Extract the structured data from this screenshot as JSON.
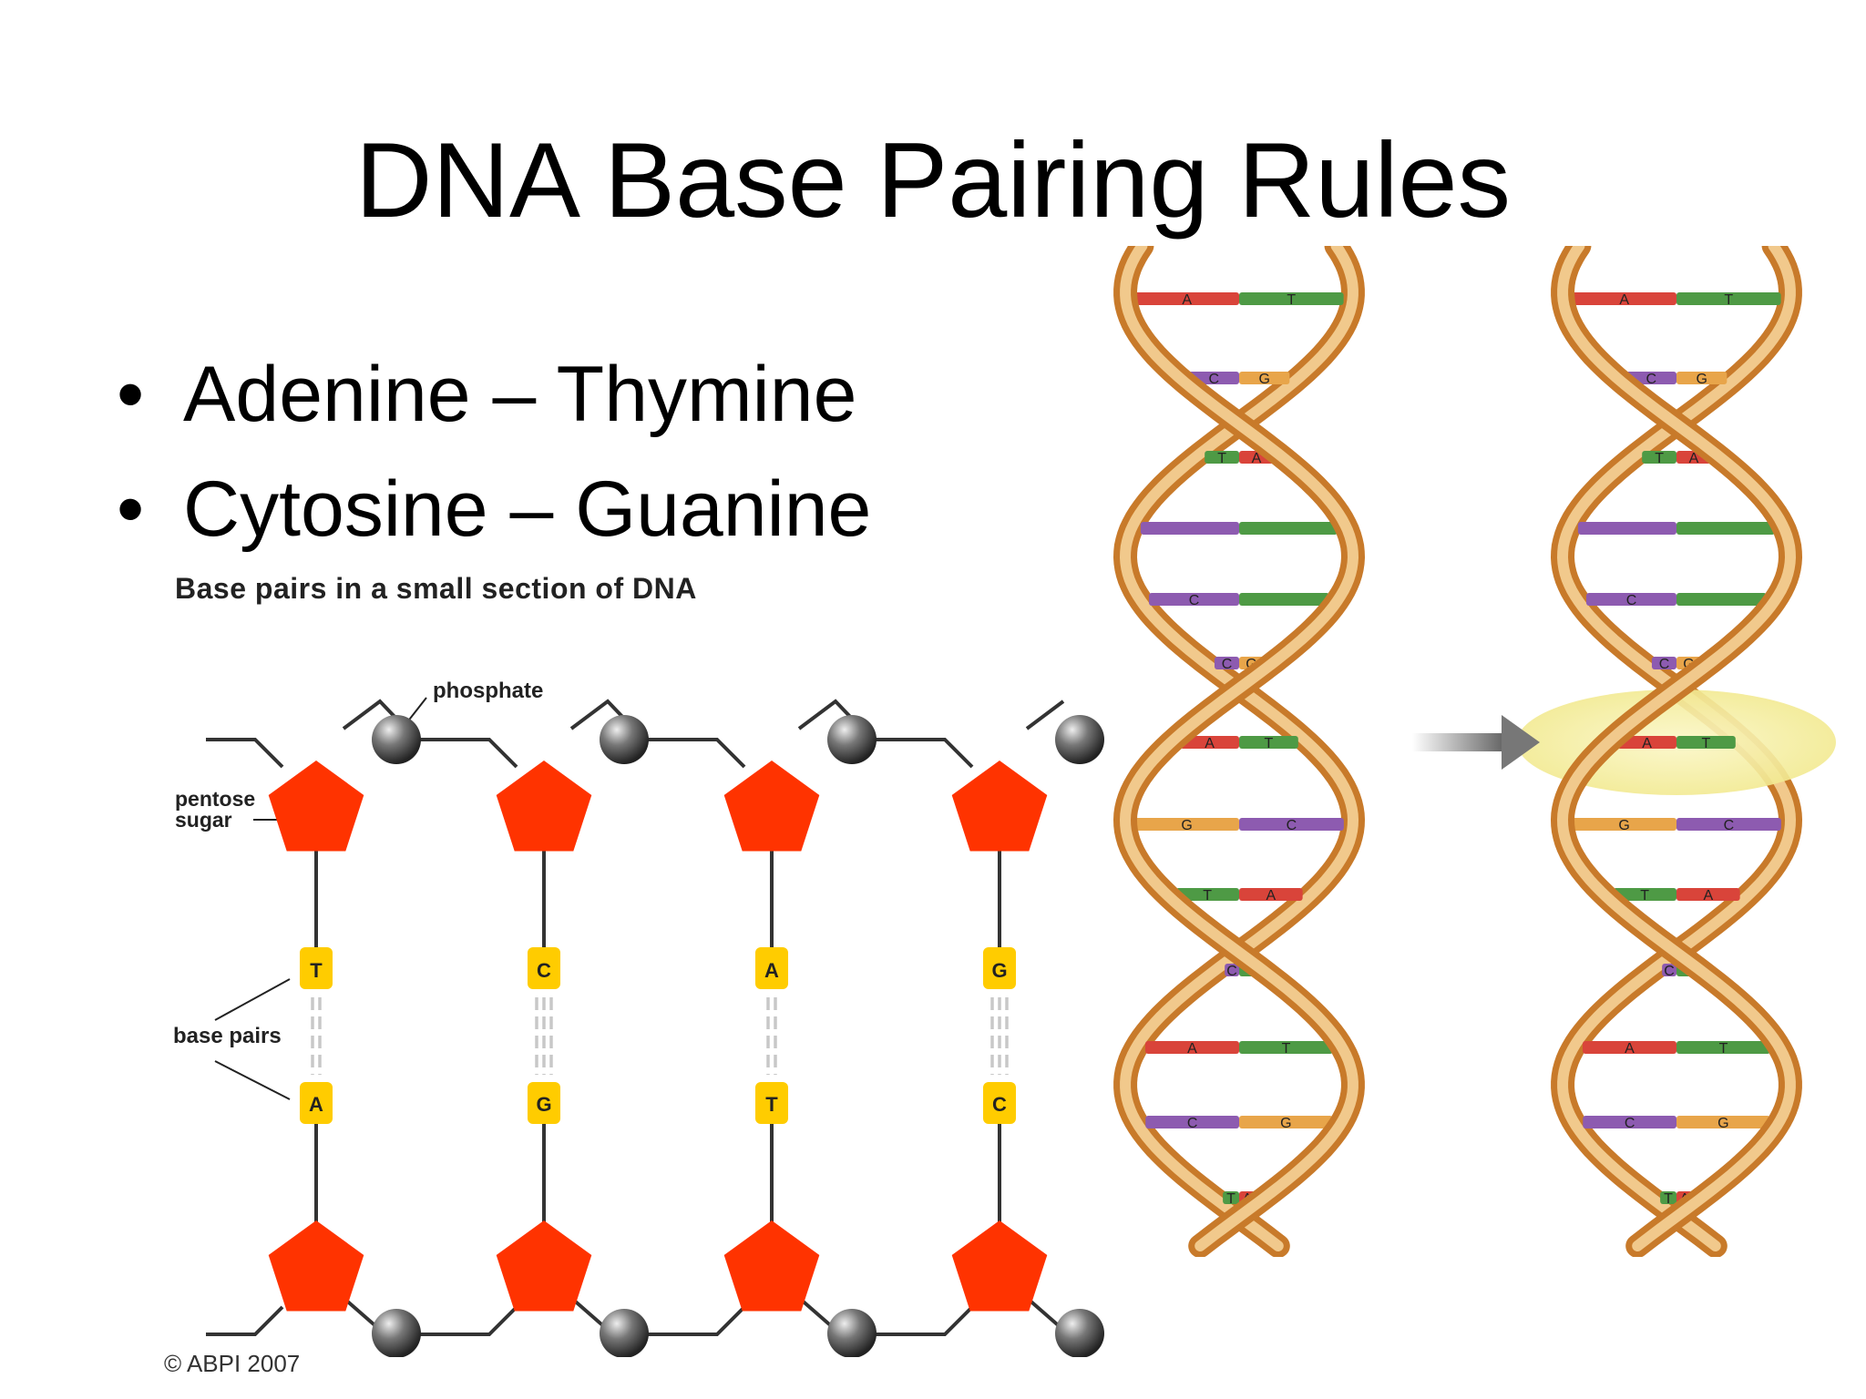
{
  "slide": {
    "title": "DNA Base Pairing Rules",
    "bullets": [
      "Adenine – Thymine",
      "Cytosine – Guanine"
    ]
  },
  "base_diagram": {
    "title": "Base pairs in a small section of DNA",
    "labels": {
      "phosphate": "phosphate",
      "pentose_sugar_line1": "pentose",
      "pentose_sugar_line2": "sugar",
      "base_pairs": "base pairs"
    },
    "pairs": [
      {
        "top": "T",
        "bottom": "A",
        "bonds": 2
      },
      {
        "top": "C",
        "bottom": "G",
        "bonds": 3
      },
      {
        "top": "A",
        "bottom": "T",
        "bonds": 2
      },
      {
        "top": "G",
        "bottom": "C",
        "bonds": 3
      }
    ],
    "copyright": "© ABPI 2007",
    "colors": {
      "sugar": "#ff3300",
      "base": "#ffcc00",
      "phosphate": "#555555",
      "backbone": "#333333"
    }
  },
  "helix_diagram": {
    "rungs": [
      {
        "left": "A",
        "right": "T"
      },
      {
        "left": "C",
        "right": "G"
      },
      {
        "left": "T",
        "right": "A"
      },
      {
        "left": "",
        "right": ""
      },
      {
        "left": "C",
        "right": ""
      },
      {
        "left": "C",
        "right": "G"
      },
      {
        "left": "A",
        "right": "T"
      },
      {
        "left": "G",
        "right": "C"
      },
      {
        "left": "T",
        "right": "A"
      },
      {
        "left": "C",
        "right": ""
      },
      {
        "left": "A",
        "right": "T"
      },
      {
        "left": "C",
        "right": "G"
      },
      {
        "left": "T",
        "right": "A"
      }
    ],
    "highlighted_rung": 6,
    "colors": {
      "A": "#d9443a",
      "T": "#4e9a45",
      "C": "#8d5bb0",
      "G": "#e8a54a",
      "strand": "#c87a2a",
      "strand_light": "#f1c98c",
      "highlight": "#f6f0a0",
      "arrow": "#777777"
    }
  }
}
